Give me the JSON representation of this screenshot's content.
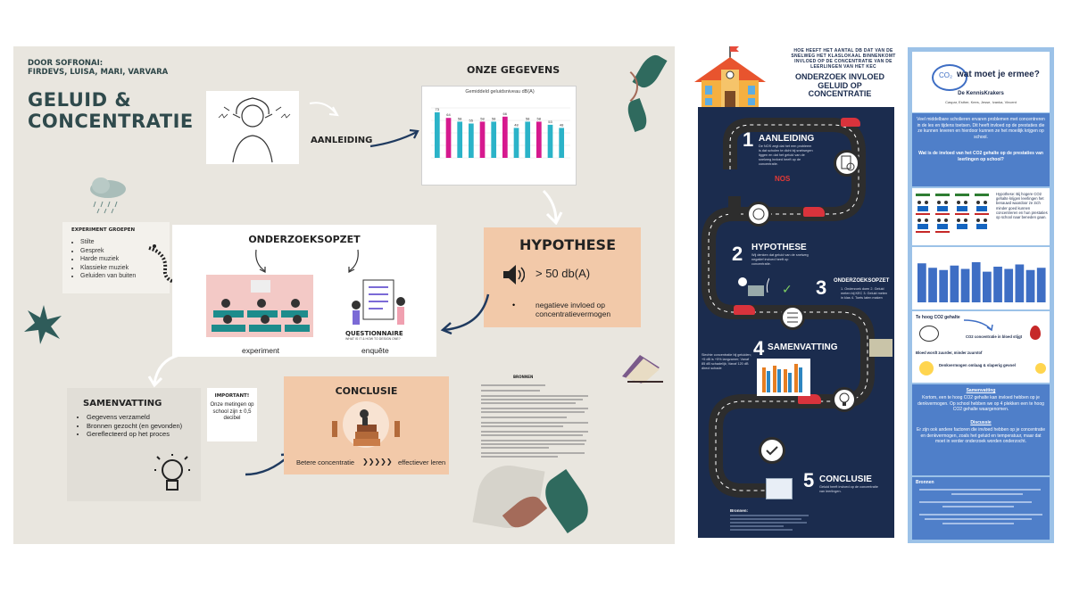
{
  "poster1": {
    "authors": [
      "DOOR SOFRONAI:",
      "FIRDEVS, LUISA, MARI, VARVARA"
    ],
    "title": [
      "GELUID &",
      "CONCENTRATIE"
    ],
    "aanleiding": "AANLEIDING",
    "onze_gegevens": "ONZE GEGEVENS",
    "chart": {
      "title": "Gemiddeld geluidsniveau dB(A)",
      "values": [
        73,
        64,
        58,
        55,
        58,
        58,
        66,
        48,
        58,
        58,
        53,
        48
      ],
      "colors": [
        "#2bb3c8",
        "#d6198e"
      ]
    },
    "experiment_groepen": {
      "heading": "EXPERIMENT GROEPEN",
      "items": [
        "Stilte",
        "Gesprek",
        "Harde muziek",
        "Klassieke muziek",
        "Geluiden van buiten"
      ]
    },
    "onderzoeksopzet": "ONDERZOEKSOPZET",
    "experiment_label": "experiment",
    "enquete_label": "enquête",
    "questionnaire_title": "QUESTIONNAIRE",
    "questionnaire_sub": "WHAT IS IT & HOW TO DESIGN ONE?",
    "hypothese": {
      "heading": "HYPOTHESE",
      "value": "> 50 db(A)",
      "bullet": "negatieve invloed op concentratievermogen"
    },
    "samenvatting": {
      "heading": "SAMENVATTING",
      "items": [
        "Gegevens verzameld",
        "Bronnen gezocht (en gevonden)",
        "Gereflecteerd op het proces"
      ]
    },
    "important": {
      "heading": "IMPORTANT!",
      "text": "Onze metingen op school zijn ± 0,5 decibel"
    },
    "conclusie": {
      "heading": "CONCLUSIE",
      "left": "Betere concentratie",
      "arrows": "❯❯❯❯❯",
      "right": "effectiever leren"
    },
    "bronnen_heading": "BRONNEN"
  },
  "poster2": {
    "question": "HOE HEEFT HET AANTAL DB DAT VAN DE SNELWEG HET KLASLOKAAL BINNENKOMT INVLOED OP DE CONCENTRATIE VAN DE LEERLINGEN VAN HET KEC",
    "title": [
      "ONDERZOEK INVLOED",
      "GELUID OP",
      "CONCENTRATIE"
    ],
    "steps": [
      {
        "num": "1",
        "label": "AANLEIDING",
        "text": "De NOS zegt dat het een probleem is dat scholen te dicht bij snelwegen liggen en dat het geluid van de snelweg invloed heeft op de concentratie."
      },
      {
        "num": "2",
        "label": "HYPOTHESE",
        "text": "Wij denken dat geluid van de snelweg negatief invloed heeft op concentratie."
      },
      {
        "num": "3",
        "label": "ONDERZOEKSOPZET",
        "text": "1. Onderzoek doen 2. Geluid meten bij KEC 3. Geluid meten in klas 4. Toets laten maken"
      },
      {
        "num": "4",
        "label": "SAMENVATTING",
        "text": "Slechte concentratie bij geluiden; +5 dB is +5% langzamer; Vanaf 85 dB schadelijk; Vanaf 120 dB direct schade"
      },
      {
        "num": "5",
        "label": "CONCLUSIE",
        "text": "Geluid heeft invloed op de concentratie van leerlingen."
      }
    ],
    "nos_label": "NOS",
    "bronnen_label": "Bronnen:"
  },
  "poster3": {
    "title": "wat moet je ermee?",
    "co2": "CO₂",
    "team": "De KennisKrakers",
    "names": "Caspar, Esther, Kees, Jesse, Ivanka, Vincent",
    "intro": "Veel middelbare scholieren ervaren problemen met concentreren in de les en tijdens toetsen. Dit heeft invloed op de prestaties die ze kunnen leveren en hierdoor kunnen ze het moeilijk krijgen op school.",
    "question": "Wat is de invloed van het CO2 gehalte op de prestaties van leerlingen op school?",
    "hypothese": "Hypothese: Bij hogere CO2 gehalte krijgen leerlingen het benauwd waardoor ze zich minder goed kunnen concentreren en hun prestaties op school naar beneden gaan.",
    "bars": [
      70,
      62,
      58,
      66,
      60,
      72,
      55,
      64,
      60,
      68,
      58,
      62
    ],
    "flow": [
      "Te hoog CO2 gehalte",
      "CO2 concentratie in bloed stijgt",
      "Bloed wordt zuurder, minder zuurstof",
      "Denkvermogen omlaag & slaperig gevoel"
    ],
    "samenvatting_heading": "Samenvatting",
    "samenvatting": "Kortom, een te hoog CO2 gehalte kan invloed hebben op je denkvermogen. Op school hebben we op 4 plekken een te hoog CO2 gehalte waargenomen.",
    "discussie_heading": "Discussie",
    "discussie": "Er zijn ook andere factoren die invloed hebben op je concentratie en denkvermogen, zoals het geluid en temperatuur, maar dat moet in verder onderzoek worden onderzocht.",
    "bronnen_heading": "Bronnen"
  }
}
